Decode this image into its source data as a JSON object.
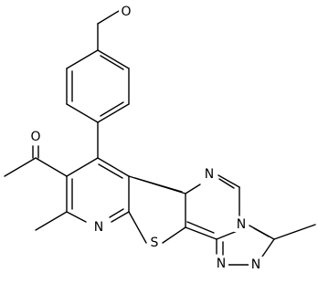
{
  "diagram": {
    "type": "chemical-structure",
    "atom_labels": {
      "oxygen_methoxy": "O",
      "oxygen_carbonyl": "O",
      "nitrogen_pyridine": "N",
      "sulfur_thiophene": "S",
      "nitrogen_pyrimidine": "N",
      "nitrogen_bridgehead": "N",
      "nitrogen_triazole_1": "N",
      "nitrogen_triazole_2": "N"
    }
  }
}
